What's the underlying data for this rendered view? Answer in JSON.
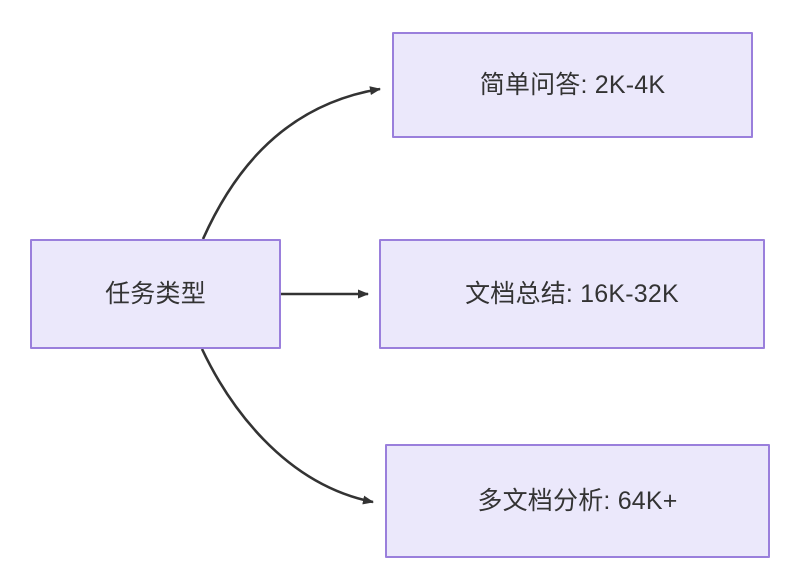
{
  "diagram": {
    "type": "flowchart",
    "direction": "left-to-right",
    "background_color": "#ffffff",
    "node_fill_color": "#ebe8fb",
    "node_border_color": "#9a7fdc",
    "node_text_color": "#333333",
    "edge_color": "#333333",
    "root": {
      "id": "root",
      "label": "任务类型"
    },
    "branches": [
      {
        "id": "simple-qa",
        "label": "简单问答: 2K-4K",
        "edge_style": "curved-up"
      },
      {
        "id": "doc-summary",
        "label": "文档总结: 16K-32K",
        "edge_style": "straight"
      },
      {
        "id": "multi-doc",
        "label": "多文档分析: 64K+",
        "edge_style": "curved-down"
      }
    ]
  }
}
